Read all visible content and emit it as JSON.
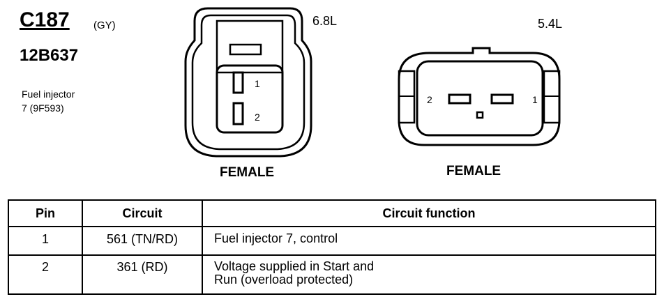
{
  "header": {
    "connector": "C187",
    "color": "(GY)",
    "part_number": "12B637",
    "description_line1": "Fuel injector",
    "description_line2": "7 (9F593)"
  },
  "connectors": [
    {
      "engine": "6.8L",
      "gender": "FEMALE",
      "pin_labels": [
        "1",
        "2"
      ]
    },
    {
      "engine": "5.4L",
      "gender": "FEMALE",
      "pin_labels": [
        "2",
        "1"
      ]
    }
  ],
  "table": {
    "headers": [
      "Pin",
      "Circuit",
      "Circuit function"
    ],
    "rows": [
      {
        "pin": "1",
        "circuit": "561 (TN/RD)",
        "function_line1": "Fuel injector 7, control",
        "function_line2": ""
      },
      {
        "pin": "2",
        "circuit": "361 (RD)",
        "function_line1": "Voltage supplied in Start and",
        "function_line2": "Run (overload protected)"
      }
    ]
  }
}
